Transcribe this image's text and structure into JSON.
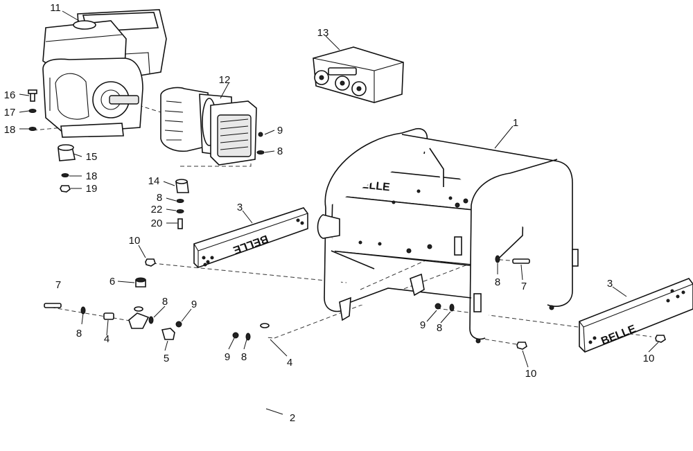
{
  "brand_text": "BELLE",
  "callouts": {
    "c1": "1",
    "c2": "2",
    "c3a": "3",
    "c3b": "3",
    "c4a": "4",
    "c4b": "4",
    "c5": "5",
    "c6": "6",
    "c7a": "7",
    "c7b": "7",
    "c8a": "8",
    "c8b": "8",
    "c8c": "8",
    "c8d": "8",
    "c8e": "8",
    "c8f": "8",
    "c9a": "9",
    "c9b": "9",
    "c9c": "9",
    "c9d": "9",
    "c10a": "10",
    "c10b": "10",
    "c10c": "10",
    "c11": "11",
    "c12": "12",
    "c13": "13",
    "c14": "14",
    "c15": "15",
    "c16": "16",
    "c17": "17",
    "c18a": "18",
    "c18b": "18",
    "c19": "19",
    "c20": "20",
    "c22": "22"
  }
}
